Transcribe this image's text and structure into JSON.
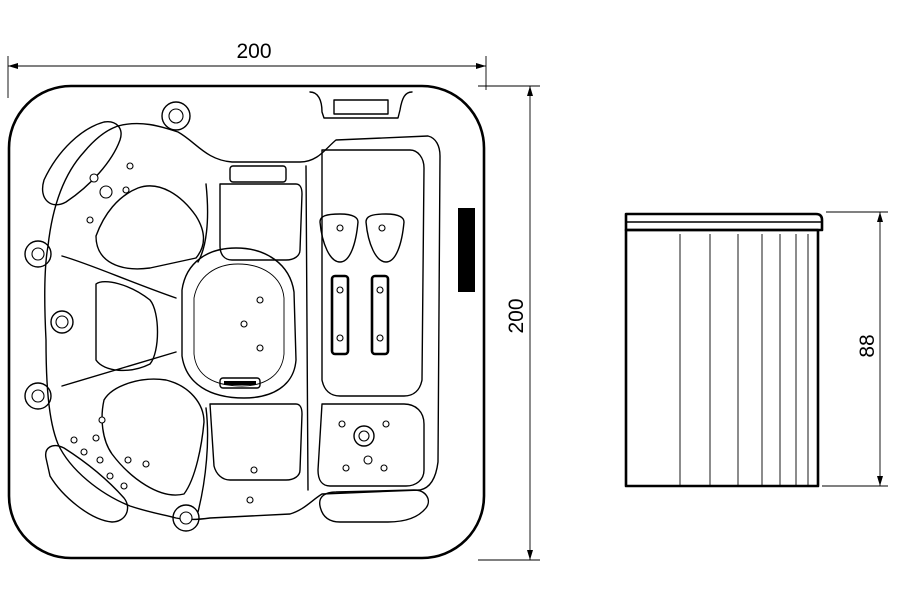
{
  "diagram": {
    "top_view": {
      "width_label": "200",
      "depth_label": "200"
    },
    "side_view": {
      "height_label": "88"
    },
    "colors": {
      "line": "#000000",
      "background": "#ffffff"
    }
  }
}
